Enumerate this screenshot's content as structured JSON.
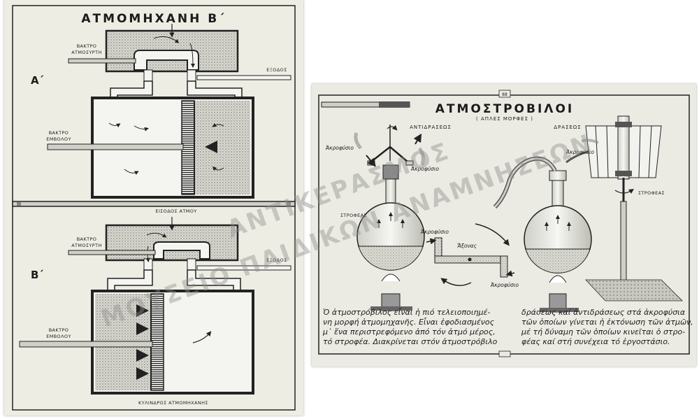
{
  "left_poster": {
    "title": "ΑΤΜΟΜΗΧΑΝΗ Β΄",
    "section_a": "Α΄",
    "section_b": "Β΄",
    "label_valve_rod": "ΒΑΚΤΡΟ ΑΤΜΟΣΥΡΤΗ",
    "label_valve_rod_line1": "ΒΑΚΤΡΟ",
    "label_valve_rod_line2": "ΑΤΜΟΣΥΡΤΗ",
    "label_piston_rod_line1": "ΒΑΚΤΡΟ",
    "label_piston_rod_line2": "ΕΜΒΟΛΟΥ",
    "label_exit": "ΕΞΟΔΟΣ",
    "label_steam_inlet": "ΕΙΣΟΔΟΣ ΑΤΜΟΥ",
    "label_cylinder": "ΚΥΛΙΝΔΡΟΣ ΑΤΜΟΜΗΧΑΝΗΣ"
  },
  "right_poster": {
    "title": "ΑΤΜΟΣΤΡΟΒΙΛΟΙ",
    "subtitle": "( ΑΠΛΕΣ ΜΟΡΦΕΣ )",
    "heading_reaction": "ΑΝΤΙΔΡΑΣΕΩΣ",
    "heading_action": "ΔΡΑΣΕΩΣ",
    "label_nozzle": "Ἀκροφύσιο",
    "label_rotor": "ΣΤΡΟΦΕΑΣ",
    "label_axis": "Ἄξονας",
    "corner_number": "88",
    "caption_left": [
      "Ὁ ἀτμοστρόβιλος εἶναι ἡ πιό τελειοποιημέ-",
      "νη μορφή ἀτμομηχανῆς. Εἶναι ἐφοδιασμένος",
      "μ᾿ ἕνα περιστρεφόμενο ἀπό τόν ἀτμό μέρος,",
      "τό στροφέα. Διακρίνεται στόν ἀτμοστρόβιλο"
    ],
    "caption_right": [
      "δράσεως καί ἀντιδράσεως στά ἀκροφύσια",
      "τῶν ὁποίων γίνεται ἡ ἐκτόνωση τῶν ἀτμῶν,",
      "μέ τή δύναμη τῶν ὁποίων κινεῖται ὁ στρο-",
      "φέας καί στή συνέχεια τό ἐργοστάσιο."
    ]
  },
  "watermark": {
    "line1": "ΑΝΤΙΚΕΡΑΣΜΟΣ",
    "line2": "ΜΟΥΣΕΙΟ ΠΑΙΔΙΚΩΝ ΑΝΑΜΝΗΣΕΩΝ"
  }
}
